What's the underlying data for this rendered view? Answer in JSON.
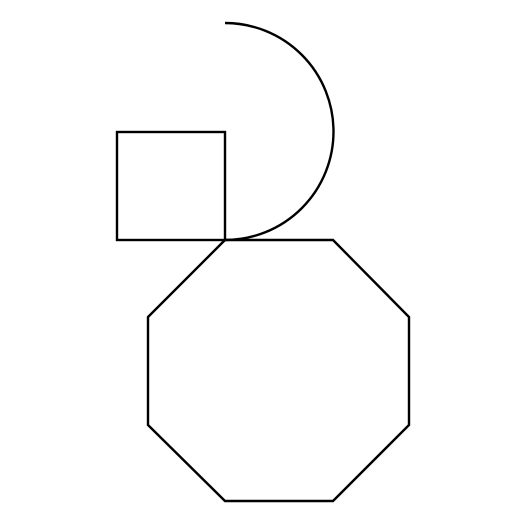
{
  "background_color": "#ffffff",
  "stroke_color": "#000000",
  "shapes": [
    {
      "kind": "square",
      "icon": "square-outline"
    },
    {
      "kind": "semicircle-arc",
      "icon": "half-circle-arc"
    },
    {
      "kind": "octagon",
      "icon": "octagon-outline"
    }
  ]
}
